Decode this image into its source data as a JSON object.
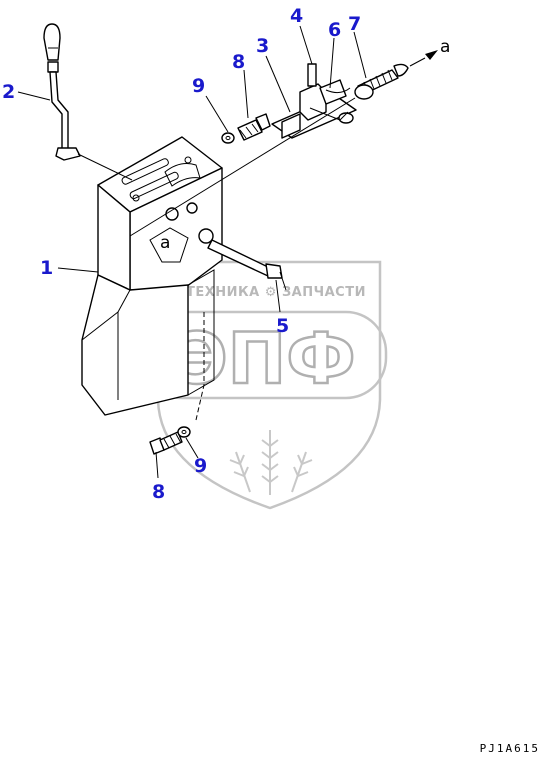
{
  "diagram": {
    "callouts": [
      {
        "id": "c1",
        "label": "1"
      },
      {
        "id": "c2",
        "label": "2"
      },
      {
        "id": "c3",
        "label": "3"
      },
      {
        "id": "c4",
        "label": "4"
      },
      {
        "id": "c5",
        "label": "5"
      },
      {
        "id": "c6",
        "label": "6"
      },
      {
        "id": "c7",
        "label": "7"
      },
      {
        "id": "c8a",
        "label": "8"
      },
      {
        "id": "c8b",
        "label": "8"
      },
      {
        "id": "c9a",
        "label": "9"
      },
      {
        "id": "c9b",
        "label": "9"
      }
    ],
    "reference_letters": {
      "top": "a",
      "middle": "a"
    },
    "watermark": {
      "small_text": "ТЕХНИКА ⚙ ЗАПЧАСТИ",
      "big_text": "ЭПФ"
    },
    "drawing_code": "PJ1A615",
    "callout_color": "#1a1acc"
  }
}
